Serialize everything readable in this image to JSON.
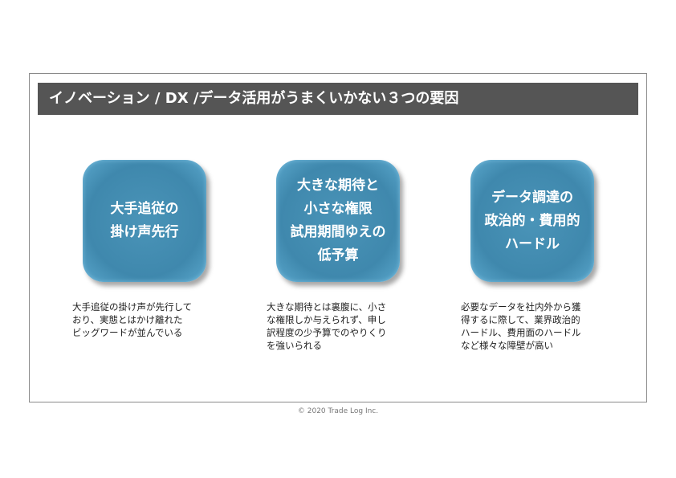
{
  "title": "イノベーション / DX /データ活用がうまくいかない３つの要因",
  "cards": [
    {
      "lines": [
        "大手追従の",
        "掛け声先行"
      ]
    },
    {
      "lines": [
        "大きな期待と",
        "小さな権限",
        "試用期間ゆえの",
        "低予算"
      ]
    },
    {
      "lines": [
        "データ調達の",
        "政治的・費用的",
        "ハードル"
      ]
    }
  ],
  "descriptions": [
    {
      "lines": [
        "大手追従の掛け声が先行して",
        "おり、実態とはかけ離れた",
        "ビッグワードが並んでいる"
      ]
    },
    {
      "lines": [
        "大きな期待とは裏腹に、小さ",
        "な権限しか与えられず、申し",
        "訳程度の少予算でのやりくり",
        "を強いられる"
      ]
    },
    {
      "lines": [
        "必要なデータを社内外から獲",
        "得するに際して、業界政治的",
        "ハードル、費用面のハードル",
        "など様々な障壁が高い"
      ]
    }
  ],
  "footer": "© 2020 Trade Log Inc."
}
